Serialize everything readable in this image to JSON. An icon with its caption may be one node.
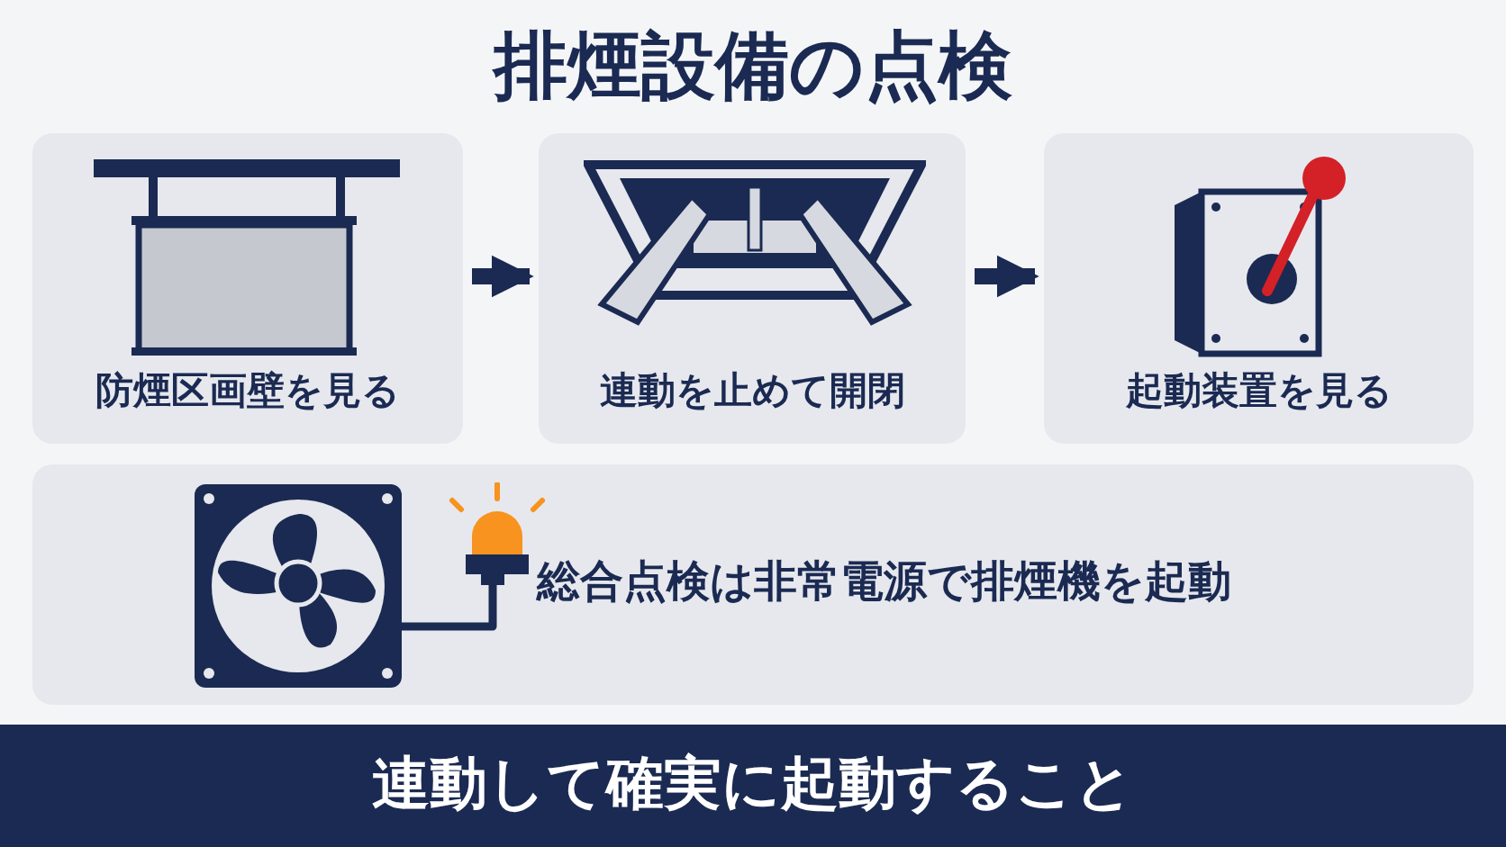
{
  "diagram": {
    "title": "排煙設備の**点検**",
    "nodes": [
      {
        "text": [
          "防煙区画壁を見る"
        ]
      },
      {
        "text": [
          "連動を止めて開閉"
        ]
      },
      {
        "text": [
          "起動装置を見る"
        ]
      },
      {
        "text": [
          "総合点検は非常電源で排煙機を起動"
        ]
      },
      {
        "text": [
          "連動して確実に起動すること"
        ]
      }
    ],
    "edges": [
      {
        "from": 0,
        "to": 1,
        "arrow": "to"
      },
      {
        "from": 1,
        "to": 2,
        "arrow": "to"
      }
    ]
  }
}
